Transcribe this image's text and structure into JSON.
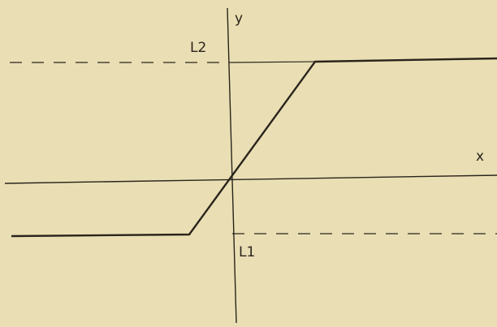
{
  "diagram": {
    "axis_labels": {
      "x": "x",
      "y": "y"
    },
    "levels": {
      "upper": "L2",
      "lower": "L1"
    },
    "colors": {
      "background": "#eadfb4",
      "ink": "#2a241c"
    }
  }
}
